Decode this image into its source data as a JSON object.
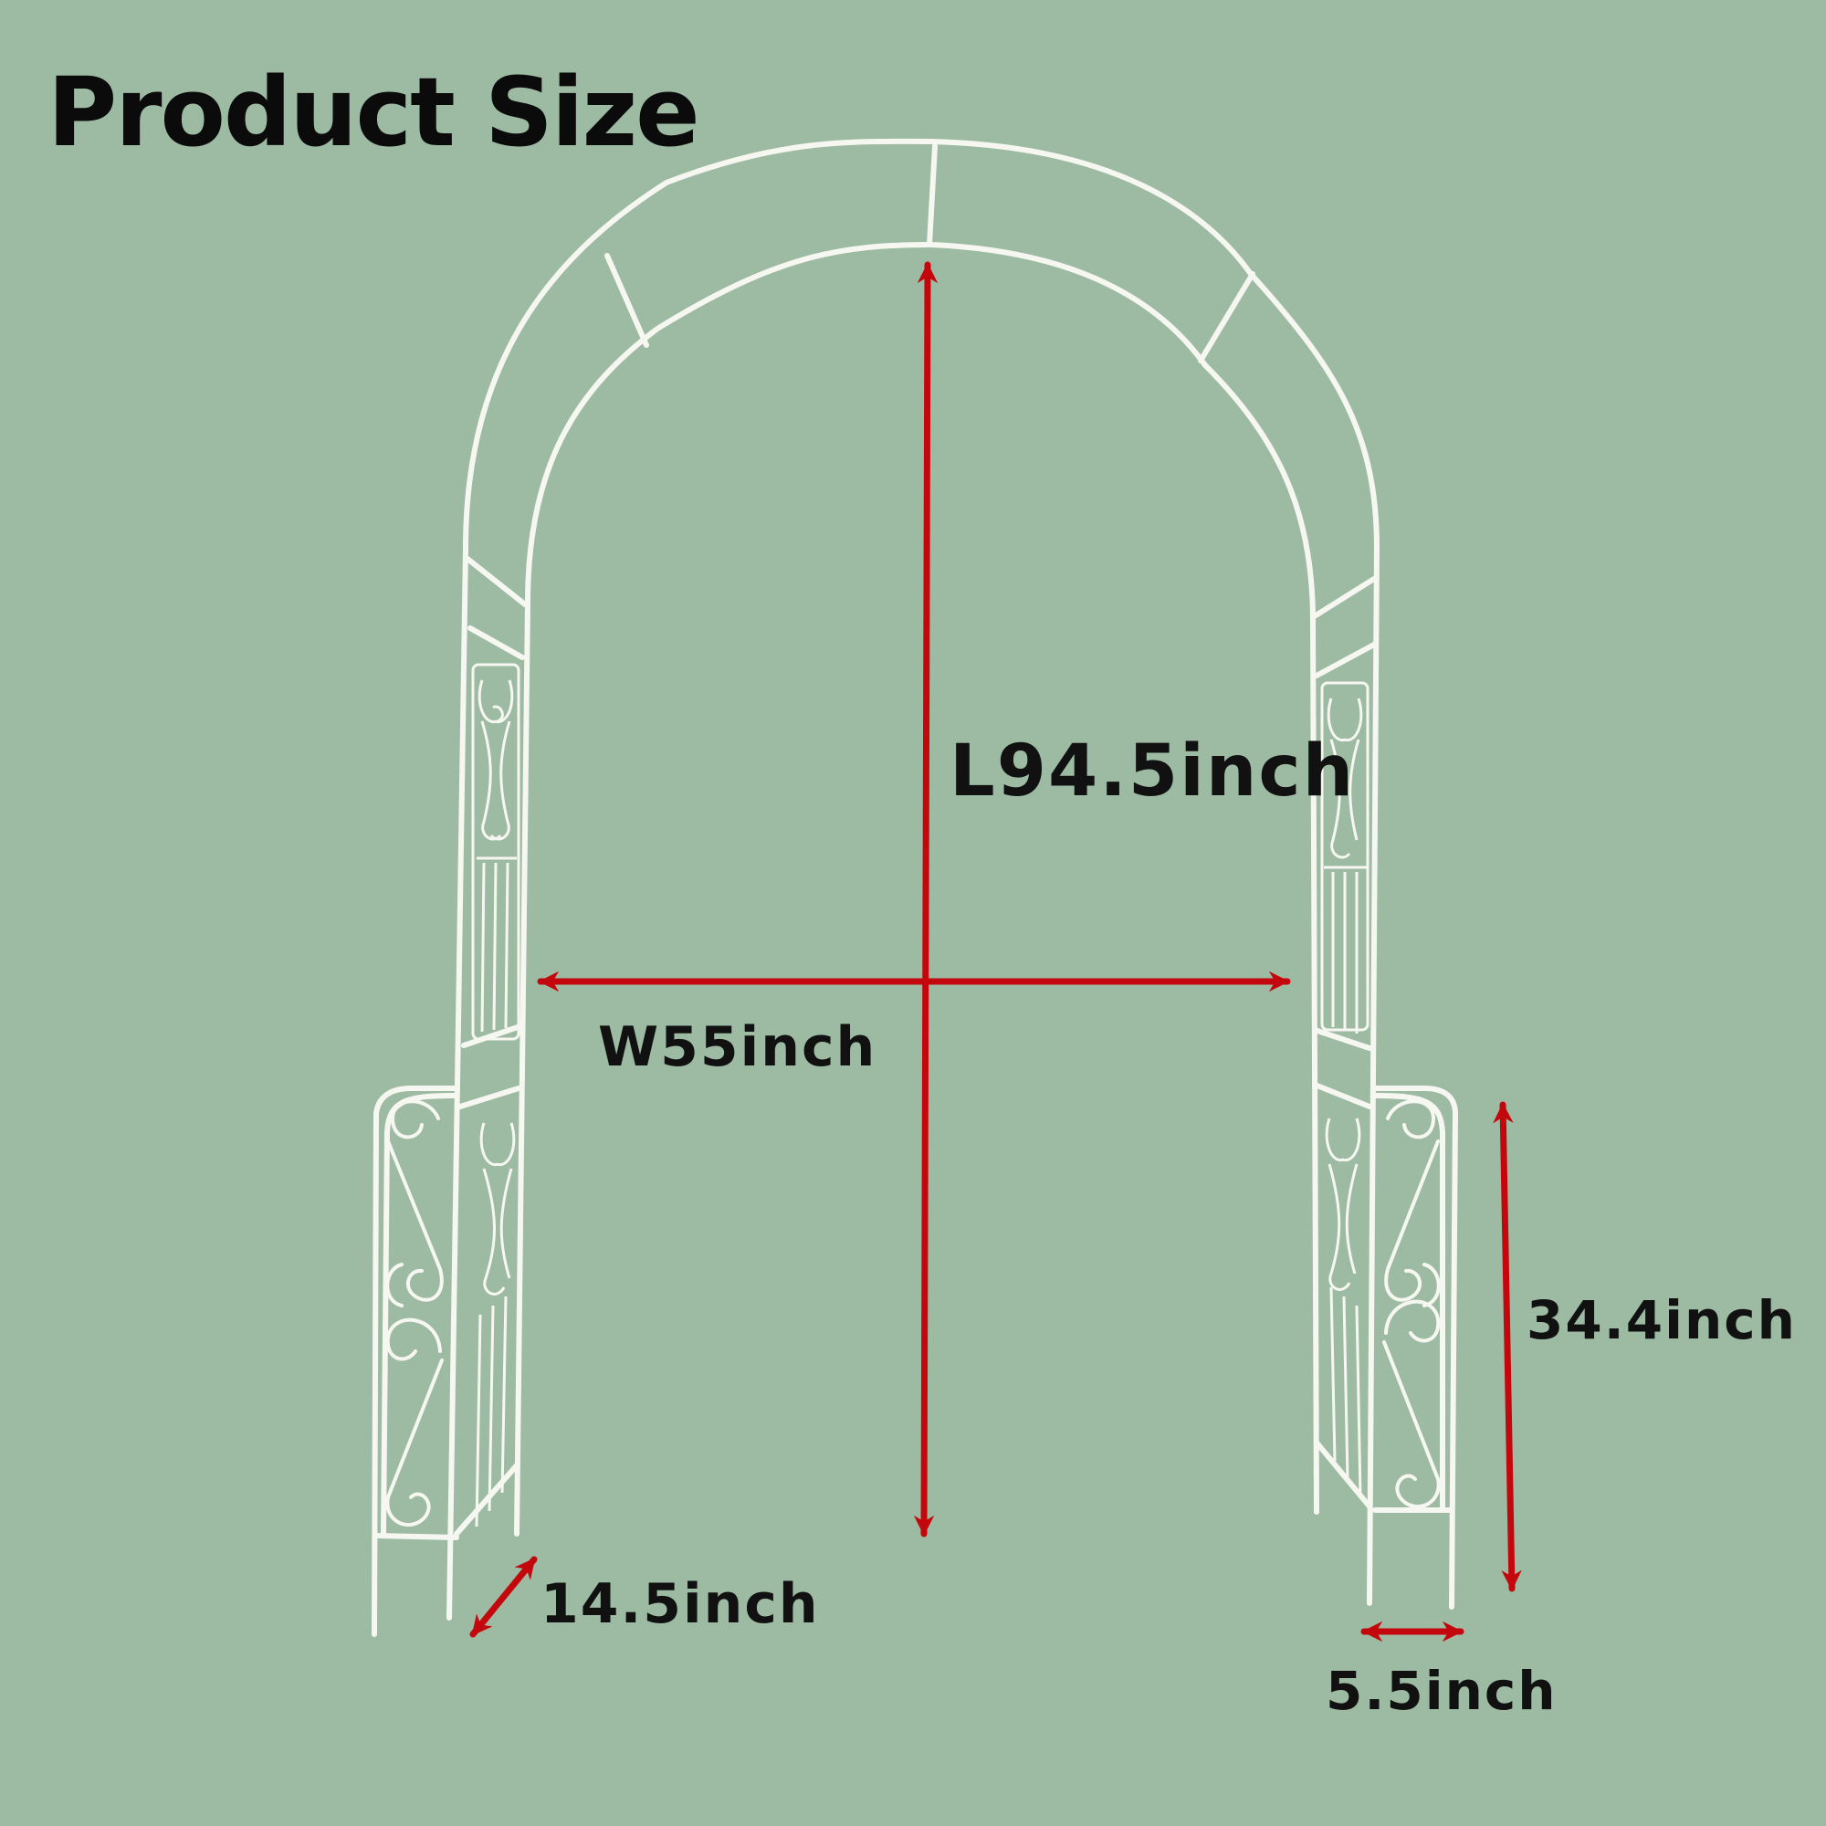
{
  "title": "Product Size",
  "dimensions": {
    "height": "L94.5inch",
    "width": "W55inch",
    "side_panel_height": "34.4inch",
    "depth": "14.5inch",
    "foot_width": "5.5inch"
  },
  "colors": {
    "background": "#9dbba2",
    "frame": "#f7f7f2",
    "arrow": "#c4070c",
    "text": "#111111"
  }
}
